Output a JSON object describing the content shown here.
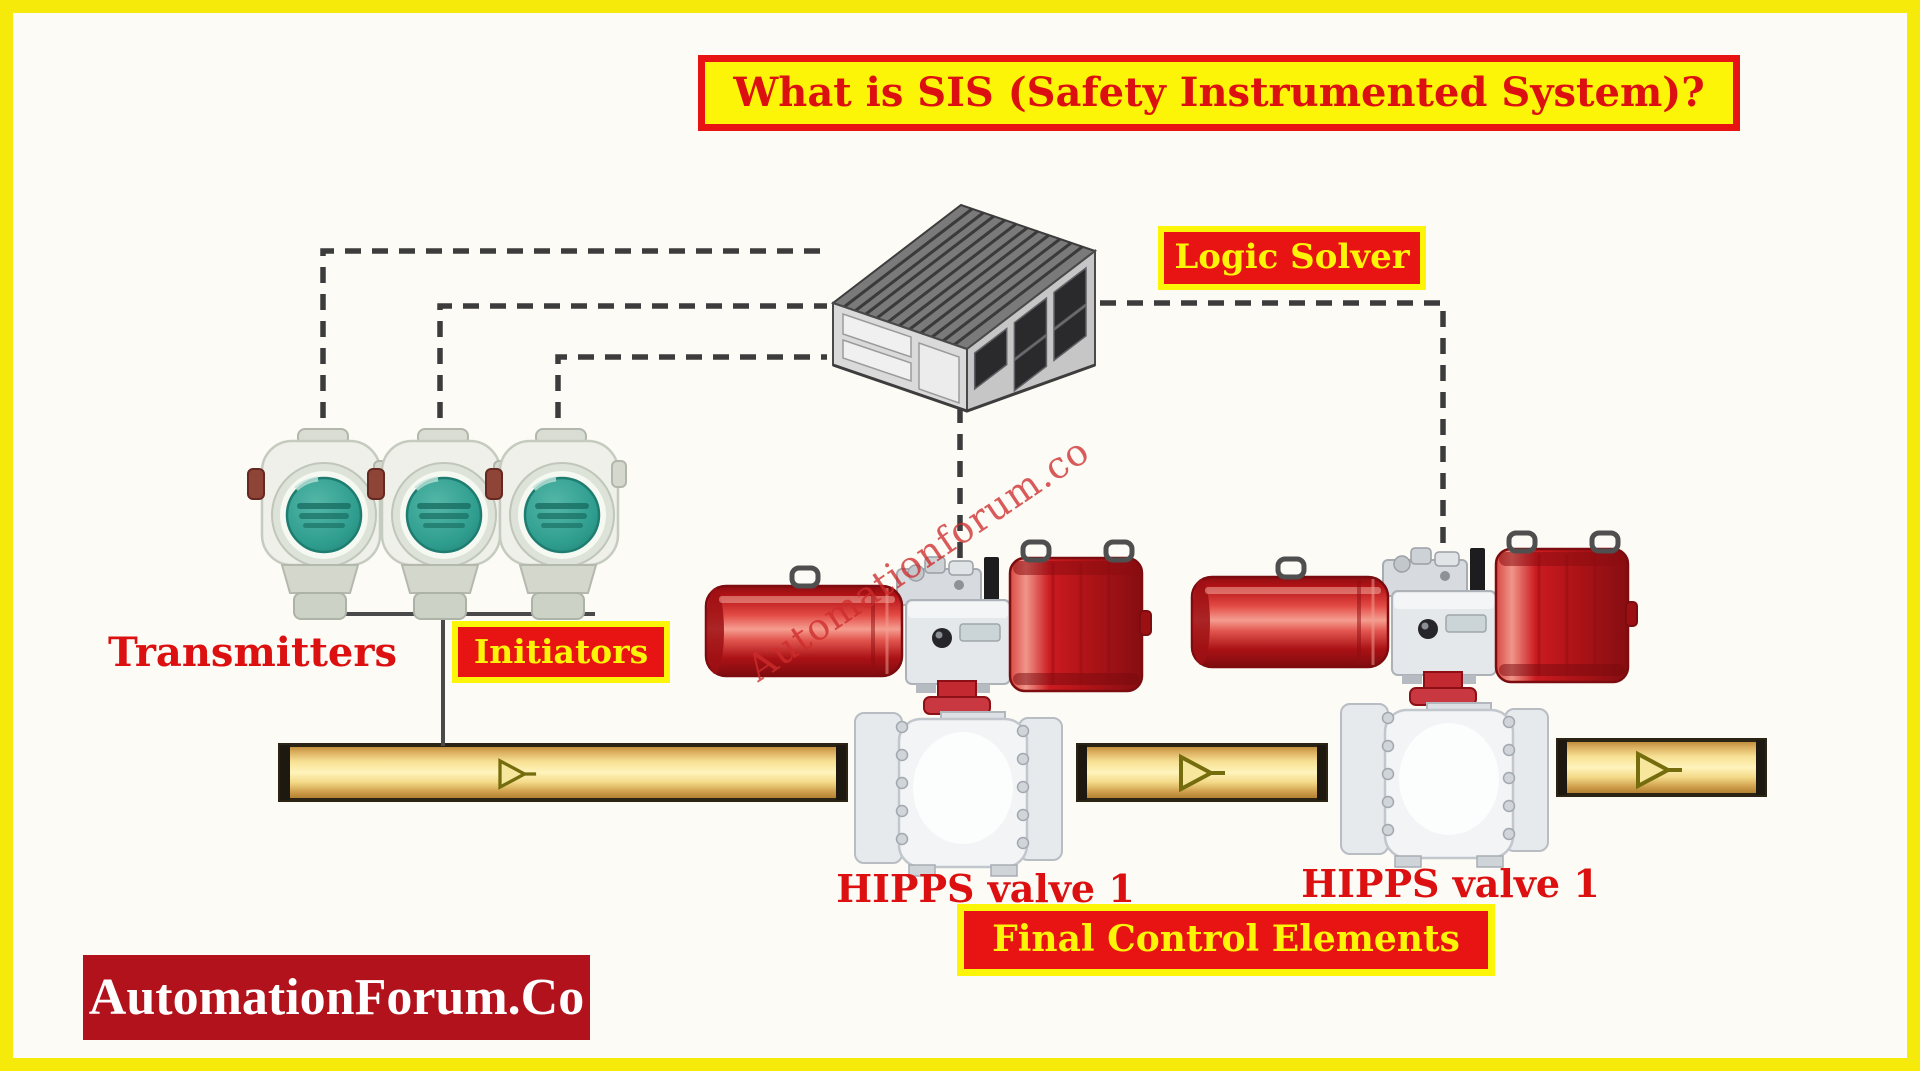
{
  "page": {
    "background": "#fcfbf5",
    "border_color": "#f6ea0b"
  },
  "title_banner": {
    "text": "What is SIS (Safety Instrumented System)?",
    "text_color": "#dc1010",
    "bg": "#fcf507",
    "border_color": "#e81313"
  },
  "labels": {
    "logic_solver": {
      "text": "Logic Solver",
      "style": "yellow-on-red"
    },
    "initiators": {
      "text": "Initiators",
      "style": "yellow-on-red"
    },
    "transmitters": {
      "text": "Transmitters",
      "color": "#dc1010"
    },
    "hipps_valve_left": {
      "text": "HIPPS valve 1",
      "color": "#dc1010"
    },
    "hipps_valve_right": {
      "text": "HIPPS valve 1",
      "color": "#dc1010"
    },
    "final_control_elements": {
      "text": "Final Control Elements",
      "style": "yellow-on-red"
    }
  },
  "watermark": {
    "text": "Automationforum.co",
    "color": "#cd2d2d"
  },
  "logo": {
    "text": "AutomationForum.Co",
    "bg": "#b2121b",
    "text_color": "#ffffff"
  },
  "diagram": {
    "components": {
      "transmitter_count": 3,
      "logic_solver_unit": "safety-plc-rack",
      "valve_count": 2,
      "pipeline_segments": 3,
      "flow_direction": "right"
    },
    "colors": {
      "actuator_red": "#c8161e",
      "pipe_fill_light": "#fff4bc",
      "pipe_fill_dark": "#b5832f",
      "pipe_border": "#2b2414",
      "display_teal": "#2f9e8f",
      "signal_line": "#3c3c3c"
    }
  }
}
